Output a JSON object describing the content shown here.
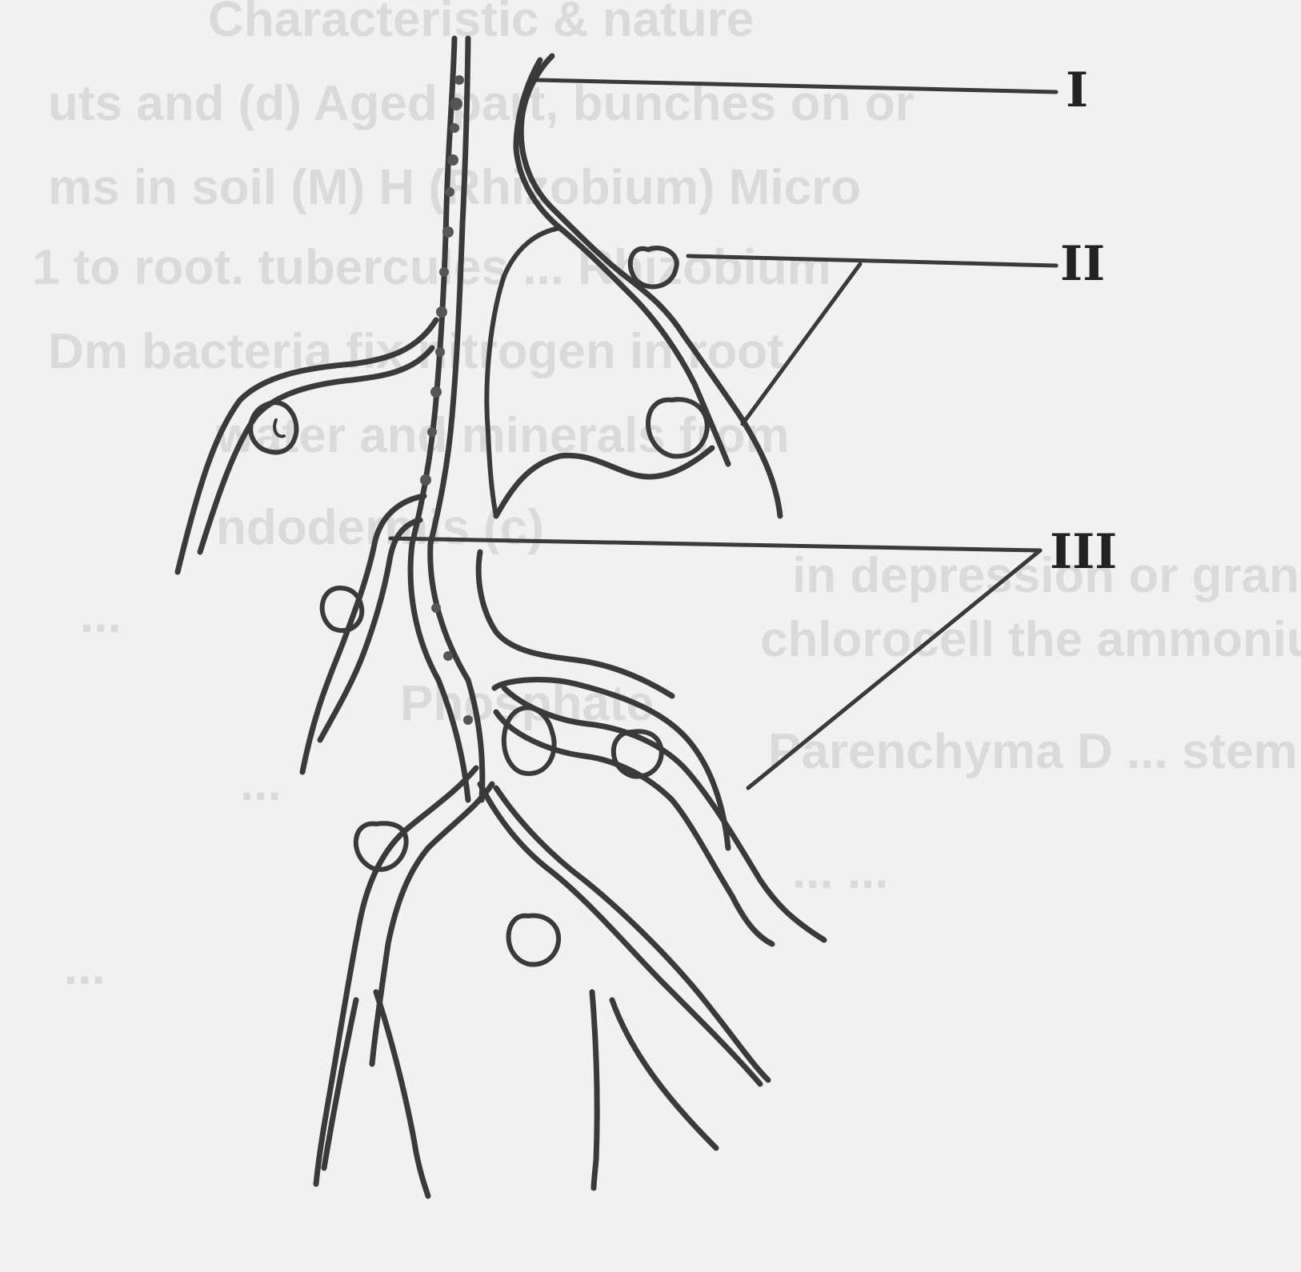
{
  "diagram": {
    "labels": [
      {
        "id": "I",
        "text": "I"
      },
      {
        "id": "II",
        "text": "II"
      },
      {
        "id": "III",
        "text": "III"
      }
    ],
    "bleed_through_lines": [
      "Characteristic & nature",
      "uts and (d) Aged part, bunches on or",
      "ms in soil (M) H (Rhizobium) Micro",
      "1 to root. tubercules ... Rhizobium",
      "Dm bacteria fix nitrogen in root",
      "water and minerals from",
      "ndodermis (c)",
      "...",
      "Phosphate",
      "in depression or grand",
      "chlorocell the ammonium",
      "...",
      "Parenchyma D ... stem",
      "... ...",
      "..."
    ]
  }
}
